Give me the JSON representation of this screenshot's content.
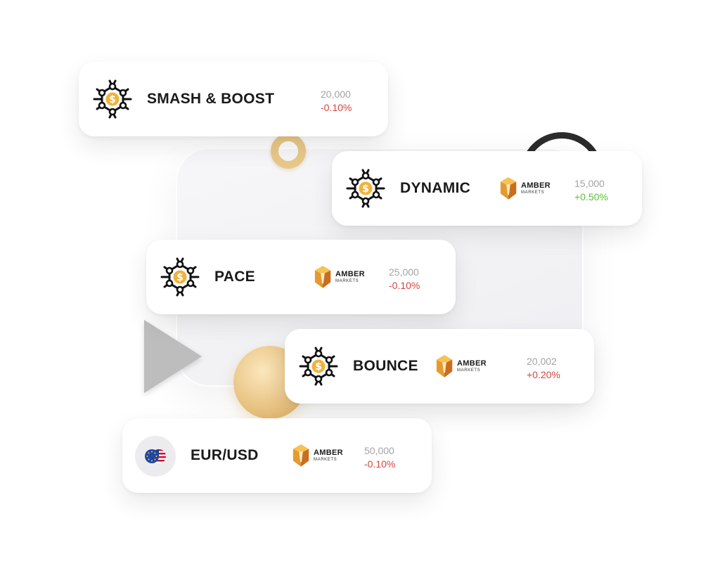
{
  "brand": {
    "amber_name": "AMBER",
    "amber_sub": "MARKETS"
  },
  "colors": {
    "negative": "#d2453f",
    "positive": "#5fbd3a",
    "price": "#a3a3a3",
    "gold": "#f0b33a"
  },
  "cards": [
    {
      "id": "smash-boost",
      "name": "SMASH & BOOST",
      "icon": "dollar-hexagon-icon",
      "has_amber": false,
      "price": "20,000",
      "change": "-0.10%",
      "change_sign": "negative"
    },
    {
      "id": "dynamic",
      "name": "DYNAMIC",
      "icon": "dollar-hexagon-icon",
      "has_amber": true,
      "price": "15,000",
      "change": "+0.50%",
      "change_sign": "positive"
    },
    {
      "id": "pace",
      "name": "PACE",
      "icon": "dollar-hexagon-icon",
      "has_amber": true,
      "price": "25,000",
      "change": "-0.10%",
      "change_sign": "negative"
    },
    {
      "id": "bounce",
      "name": "BOUNCE",
      "icon": "dollar-hexagon-icon",
      "has_amber": true,
      "price": "20,002",
      "change": "+0.20%",
      "change_sign": "negative"
    },
    {
      "id": "eurusd",
      "name": "EUR/USD",
      "icon": "eu-us-flags-icon",
      "has_amber": true,
      "price": "50,000",
      "change": "-0.10%",
      "change_sign": "negative"
    }
  ]
}
